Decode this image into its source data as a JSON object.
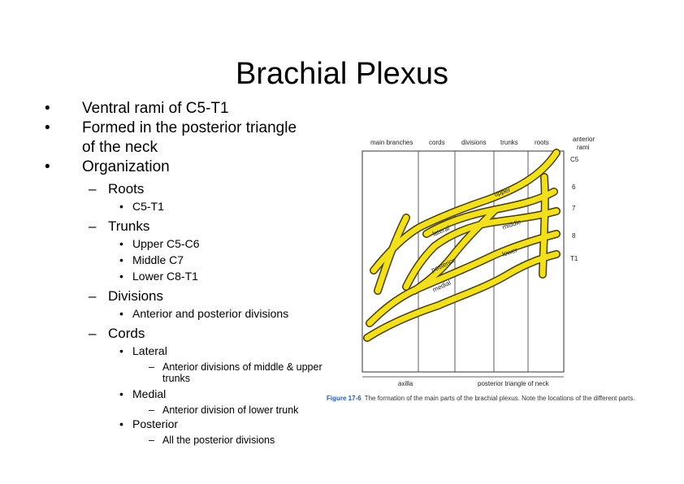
{
  "slide": {
    "title": "Brachial Plexus",
    "bullets": {
      "b1": "Ventral rami of C5-T1",
      "b2_line1": "Formed in the posterior triangle",
      "b2_line2": "of the neck",
      "b3": "Organization",
      "roots": "Roots",
      "roots_sub": "C5-T1",
      "trunks": "Trunks",
      "trunks_upper": "Upper C5-C6",
      "trunks_middle": "Middle C7",
      "trunks_lower": "Lower C8-T1",
      "divisions": "Divisions",
      "divisions_sub": "Anterior and posterior divisions",
      "cords": "Cords",
      "lateral": "Lateral",
      "lateral_sub_line1": "Anterior divisions of middle & upper",
      "lateral_sub_line2": "trunks",
      "medial": "Medial",
      "medial_sub": "Anterior division of lower trunk",
      "posterior": "Posterior",
      "posterior_sub": "All the posterior divisions"
    },
    "symbols": {
      "bullet": "•",
      "dash": "–"
    }
  },
  "figure": {
    "header": {
      "main_branches": "main branches",
      "cords": "cords",
      "divisions": "divisions",
      "trunks": "trunks",
      "roots": "roots",
      "anterior": "anterior",
      "rami": "rami"
    },
    "root_labels": {
      "c5": "C5",
      "c6": "6",
      "c7": "7",
      "c8": "8",
      "t1": "T1"
    },
    "nerve_labels": {
      "upper": "upper",
      "middle": "middle",
      "lower": "lower",
      "lateral": "lateral",
      "posterior": "posterior",
      "medial": "medial"
    },
    "footer": {
      "axilla": "axilla",
      "posterior_triangle": "posterior triangle of neck"
    },
    "caption": {
      "figure_number": "Figure 17-6",
      "text": "The formation of the main parts of the brachial plexus. Note the locations of the different parts."
    },
    "colors": {
      "nerve": "#f2e01e",
      "nerve_outline": "#4a4000",
      "frame": "#333333",
      "caption_accent": "#1f5fae"
    }
  }
}
